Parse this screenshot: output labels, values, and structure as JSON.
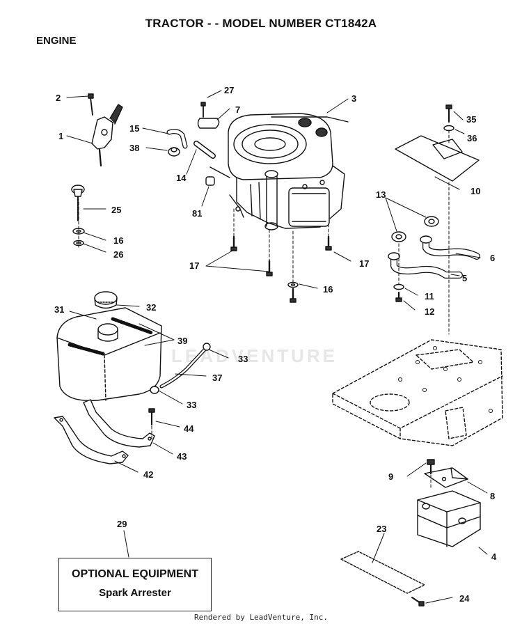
{
  "header": {
    "title": "TRACTOR - - MODEL NUMBER CT1842A",
    "section": "ENGINE"
  },
  "watermark": "LEADVENTURE",
  "callouts": {
    "c1": "1",
    "c2": "2",
    "c3": "3",
    "c4": "4",
    "c5": "5",
    "c6": "6",
    "c7": "7",
    "c8": "8",
    "c9": "9",
    "c10": "10",
    "c11": "11",
    "c12": "12",
    "c13": "13",
    "c14": "14",
    "c15": "15",
    "c16a": "16",
    "c16b": "16",
    "c17a": "17",
    "c17b": "17",
    "c23": "23",
    "c24": "24",
    "c25": "25",
    "c26": "26",
    "c27": "27",
    "c29": "29",
    "c31": "31",
    "c32": "32",
    "c33a": "33",
    "c33b": "33",
    "c35": "35",
    "c36": "36",
    "c37": "37",
    "c38": "38",
    "c39": "39",
    "c42": "42",
    "c43": "43",
    "c44": "44",
    "c81": "81"
  },
  "optional_box": {
    "title": "OPTIONAL EQUIPMENT",
    "item": "Spark Arrester"
  },
  "footer": "Rendered by LeadVenture, Inc."
}
